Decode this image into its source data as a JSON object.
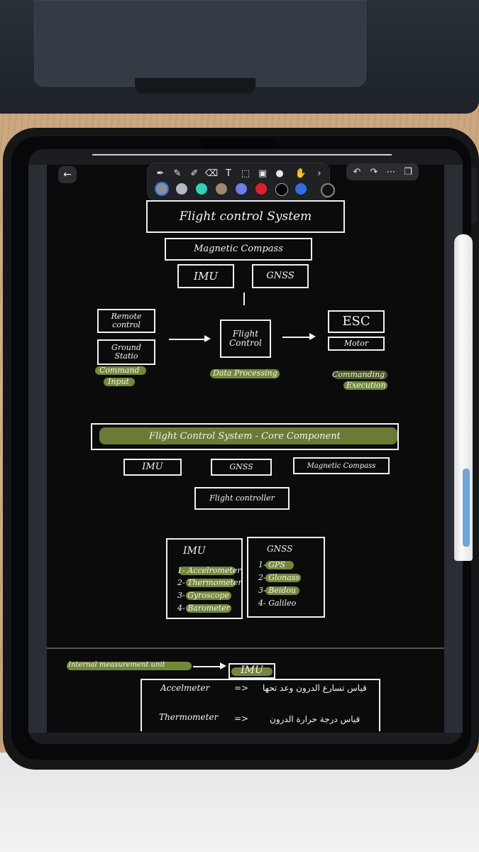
{
  "toolbar": {
    "back_icon": "arrow-left-icon",
    "tools": [
      "pen-icon",
      "pencil-icon",
      "marker-icon",
      "eraser-icon",
      "text-tool-icon",
      "lasso-icon",
      "image-icon",
      "mic-icon",
      "highlighter-icon",
      "chevron-right-icon"
    ],
    "swatches": [
      "#8a8f99",
      "#b6b9c4",
      "#2fd3b6",
      "#a0876c",
      "#6c7fe6",
      "#e0202a",
      "#000000",
      "#2f6fe0"
    ],
    "right_tools": [
      "undo-icon",
      "redo-icon",
      "more-icon",
      "pages-icon"
    ]
  },
  "notes": {
    "title": "Flight control System",
    "magnetic_compass": "Magnetic Compass",
    "imu": "IMU",
    "gnss": "GNSS",
    "remote_control": "Remote control",
    "ground_station": "Ground Statio",
    "flight_control": "Flight Control",
    "esc": "ESC",
    "motor": "Motor",
    "command_input": [
      "Command",
      "Input"
    ],
    "data_processing": "Data Processing",
    "commanding_execution": [
      "Commanding",
      "Execution"
    ],
    "core_title": "Flight Control System - Core Component",
    "core_imu": "IMU",
    "core_gnss": "GNSS",
    "core_compass": "Magnetic Compass",
    "flight_controller": "Flight controller",
    "imu_list_title": "IMU",
    "imu_list": [
      "1- Accelrometer",
      "2- Thermometer",
      "3- Gyroscope",
      "4- Barometer"
    ],
    "gnss_list_title": "GNSS",
    "gnss_list": [
      "1- GPS",
      "2- Glonass",
      "3- Beidou",
      "4- Galileo"
    ],
    "imu_definition": "Internal measurement unit",
    "imu_tag": "IMU",
    "accel_row": "Accelmeter",
    "accel_arabic": "قياس تسارع الدرون وعد تحها",
    "thermo_row": "Thermometer",
    "thermo_arabic": "قياس درجة حرارة الدرون",
    "arrow_symbol": "=>"
  }
}
